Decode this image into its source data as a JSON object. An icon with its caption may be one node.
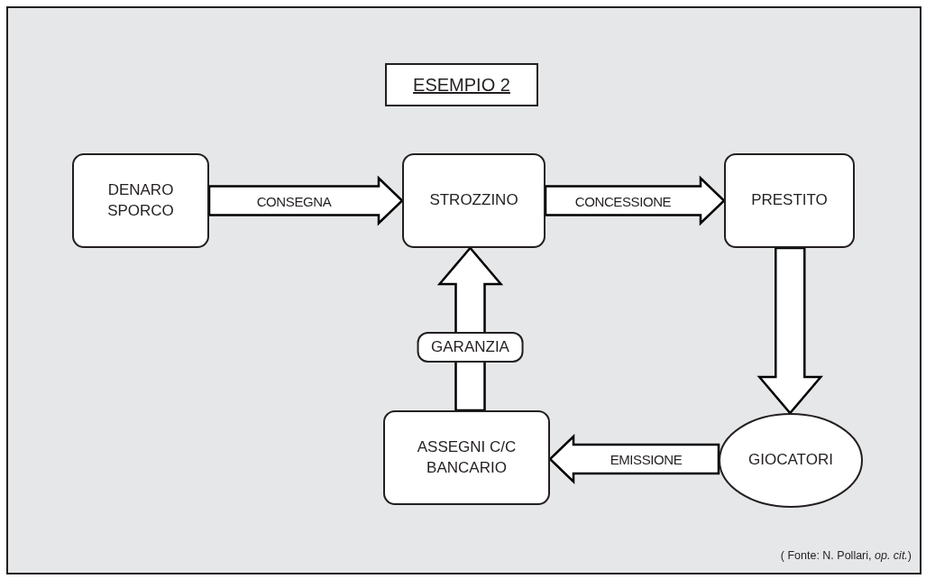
{
  "diagram": {
    "title": "ESEMPIO 2",
    "caption": "( Fonte: N. Pollari, *op. cit.*)",
    "nodes": [
      {
        "text": [
          "DENARO SPORCO"
        ]
      },
      {
        "text": [
          "STROZZINO"
        ]
      },
      {
        "text": [
          "PRESTITO"
        ]
      },
      {
        "text": [
          "GIOCATORI"
        ]
      },
      {
        "text": [
          "ASSEGNI C/C BANCARIO"
        ]
      }
    ],
    "edges": [
      {
        "from": 0,
        "to": 1,
        "arrow": "to",
        "label": "CONSEGNA"
      },
      {
        "from": 1,
        "to": 2,
        "arrow": "to",
        "label": "CONCESSIONE"
      },
      {
        "from": 2,
        "to": 3,
        "arrow": "to"
      },
      {
        "from": 3,
        "to": 4,
        "arrow": "to",
        "label": "EMISSIONE"
      },
      {
        "from": 4,
        "to": 1,
        "arrow": "to",
        "label": "GARANZIA"
      }
    ]
  }
}
